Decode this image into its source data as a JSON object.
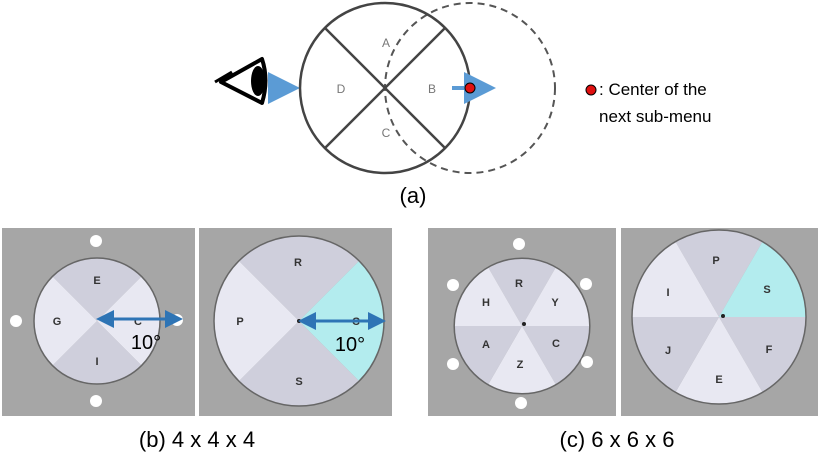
{
  "panel_a": {
    "sectors": {
      "top": "A",
      "right": "B",
      "bottom": "C",
      "left": "D"
    },
    "legend_line1": ": Center of the",
    "legend_line2": "next sub-menu",
    "caption": "(a)"
  },
  "panel_b": {
    "menu1": {
      "top": "E",
      "right": "C",
      "bottom": "I",
      "left": "G",
      "angle_label": "10°"
    },
    "menu2": {
      "top": "R",
      "right": "C",
      "bottom": "S",
      "left": "P",
      "angle_label": "10°"
    },
    "caption": "(b) 4 x 4 x 4"
  },
  "panel_c": {
    "menu1": {
      "s0": "R",
      "s1": "Y",
      "s2": "C",
      "s3": "Z",
      "s4": "A",
      "s5": "H"
    },
    "menu2": {
      "s0": "P",
      "s1": "S",
      "s2": "F",
      "s3": "E",
      "s4": "J",
      "s5": "I"
    },
    "caption": "(c) 6 x 6 x 6"
  },
  "colors": {
    "panel_bg": "#a6a6a6",
    "sector_light": "#e8e8f2",
    "sector_dark": "#cfcfdc",
    "sector_highlight": "#b3ecee",
    "arrow_blue": "#5b9bd5",
    "double_arrow_blue": "#2e74b5",
    "center_dot": "#e01010"
  },
  "icons": {
    "eye": "eye-icon"
  }
}
